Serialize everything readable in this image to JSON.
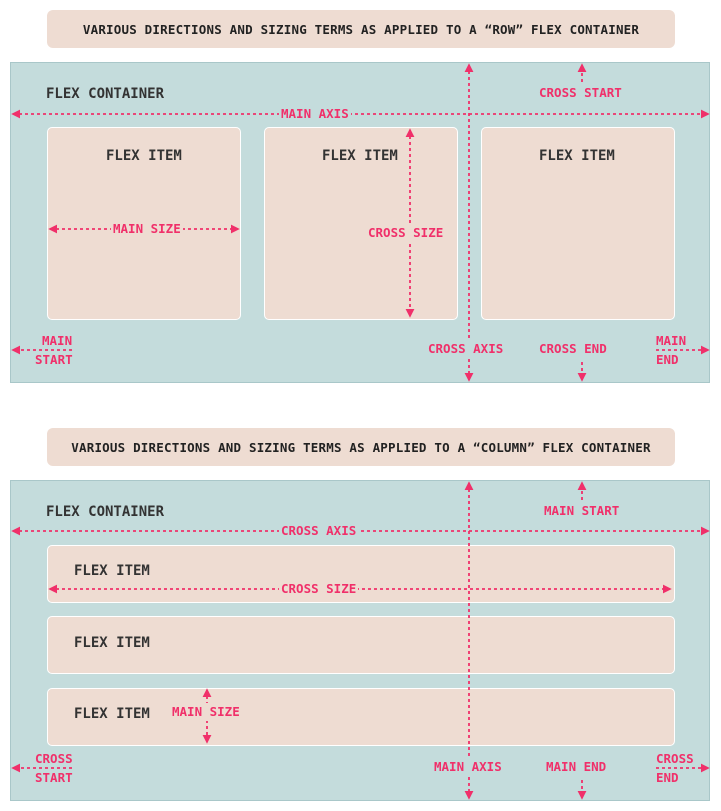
{
  "colors": {
    "accent": "#f0306a",
    "container": "#c4dcdc",
    "item": "#eedcd2",
    "text": "#333333"
  },
  "row_diagram": {
    "title": "VARIOUS DIRECTIONS AND SIZING TERMS AS APPLIED TO A “ROW” FLEX CONTAINER",
    "container_label": "FLEX CONTAINER",
    "item_label": "FLEX ITEM",
    "main_axis": "MAIN AXIS",
    "main_size": "MAIN SIZE",
    "cross_size": "CROSS SIZE",
    "cross_start": "CROSS START",
    "cross_end": "CROSS END",
    "cross_axis": "CROSS AXIS",
    "main_start_1": "MAIN",
    "main_start_2": "START",
    "main_end_1": "MAIN",
    "main_end_2": "END"
  },
  "column_diagram": {
    "title": "VARIOUS DIRECTIONS AND SIZING TERMS AS APPLIED TO A “COLUMN” FLEX CONTAINER",
    "container_label": "FLEX CONTAINER",
    "item_label": "FLEX ITEM",
    "cross_axis": "CROSS AXIS",
    "cross_size": "CROSS SIZE",
    "main_size": "MAIN SIZE",
    "main_start": "MAIN START",
    "main_end": "MAIN END",
    "main_axis": "MAIN AXIS",
    "cross_start_1": "CROSS",
    "cross_start_2": "START",
    "cross_end_1": "CROSS",
    "cross_end_2": "END"
  }
}
